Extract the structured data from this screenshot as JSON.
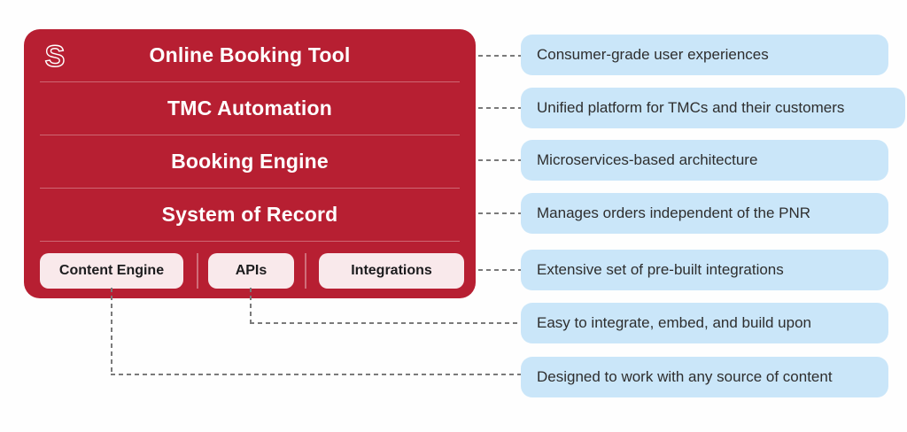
{
  "brand": {
    "logo_icon": "stylized-s-logo",
    "logo_glyph": "S"
  },
  "stack": {
    "layers": [
      {
        "label": "Online Booking Tool"
      },
      {
        "label": "TMC Automation"
      },
      {
        "label": "Booking Engine"
      },
      {
        "label": "System of Record"
      }
    ],
    "modules": [
      {
        "label": "Content Engine"
      },
      {
        "label": "APIs"
      },
      {
        "label": "Integrations"
      }
    ]
  },
  "callouts": [
    "Consumer-grade user experiences",
    "Unified platform for TMCs and their customers",
    "Microservices-based architecture",
    "Manages orders independent of the PNR",
    "Extensive set of pre-built integrations",
    "Easy to integrate, embed, and build upon",
    "Designed to work with any source of content"
  ],
  "colors": {
    "stack_red": "#B71F32",
    "pill_bg": "#F9E9EB",
    "pill_text": "#1C1C1E",
    "callout_bg": "#CAE6F9",
    "callout_text": "#2E2E2E",
    "connector_gray": "#7A7A7A",
    "layer_text": "#FFFFFF"
  }
}
